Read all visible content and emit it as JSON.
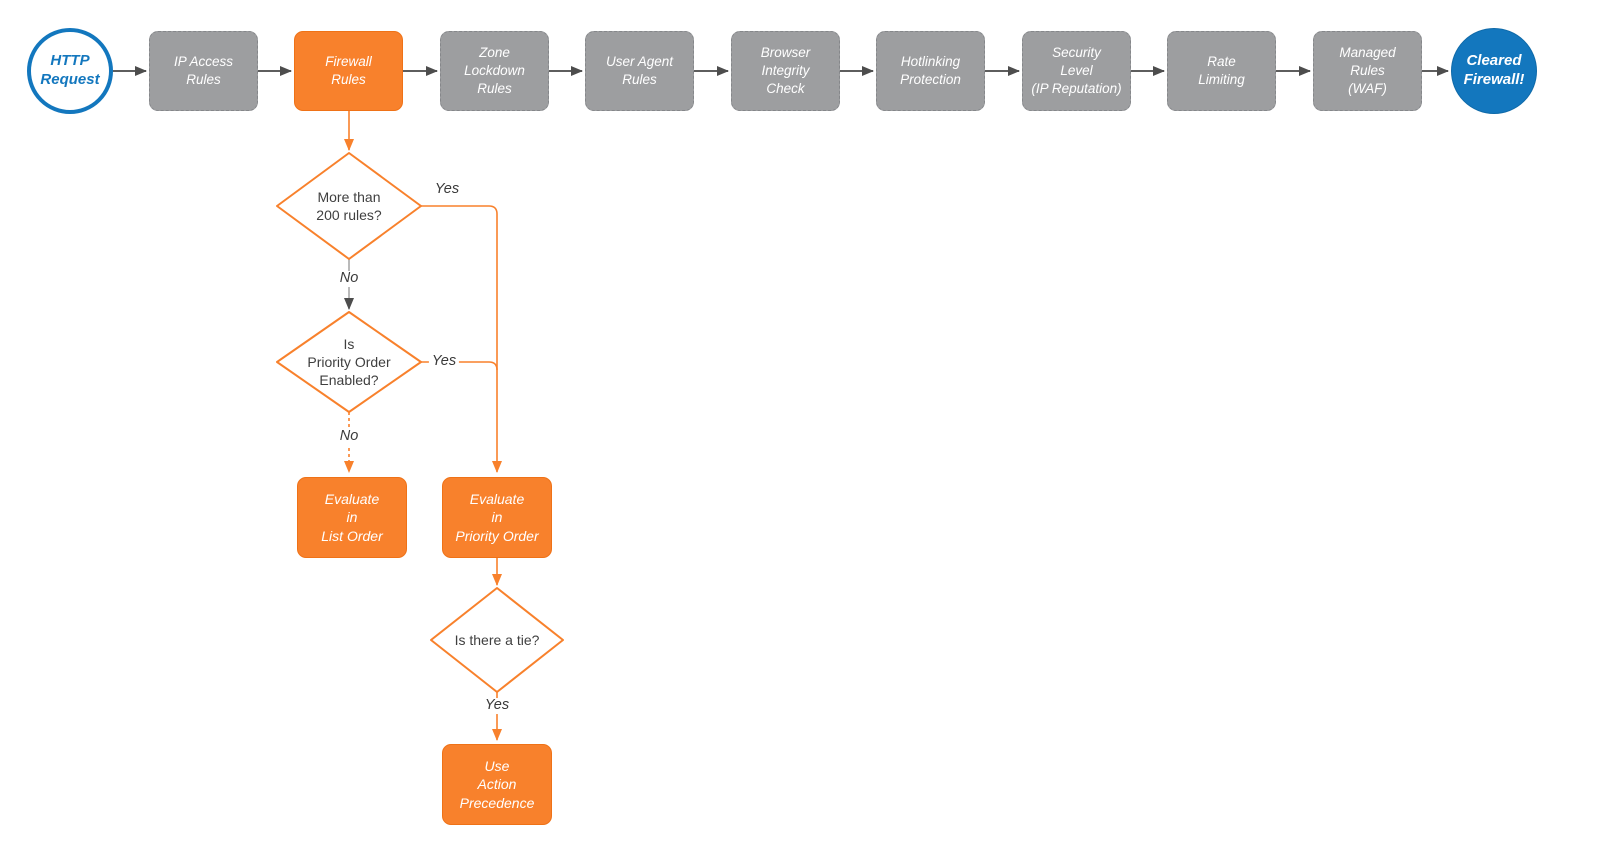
{
  "palette": {
    "orange": "#f8812c",
    "blue": "#1377be",
    "gray_box_fill": "#9d9ea0",
    "gray_box_border": "#85878a",
    "connector_gray": "#5e5e5e",
    "connector_light_gray": "#a8a8a8",
    "diamond_text": "#3f3f3f",
    "white": "#ffffff"
  },
  "flow": {
    "start": {
      "label": "HTTP\nRequest",
      "shape": "circle"
    },
    "pipeline": [
      {
        "label": "IP Access\nRules",
        "style": "gray"
      },
      {
        "label": "Firewall\nRules",
        "style": "orange"
      },
      {
        "label": "Zone\nLockdown\nRules",
        "style": "gray"
      },
      {
        "label": "User Agent\nRules",
        "style": "gray"
      },
      {
        "label": "Browser\nIntegrity\nCheck",
        "style": "gray"
      },
      {
        "label": "Hotlinking\nProtection",
        "style": "gray"
      },
      {
        "label": "Security\nLevel\n(IP Reputation)",
        "style": "gray"
      },
      {
        "label": "Rate\nLimiting",
        "style": "gray"
      },
      {
        "label": "Managed\nRules\n(WAF)",
        "style": "gray"
      }
    ],
    "end": {
      "label": "Cleared\nFirewall!",
      "shape": "circle"
    },
    "decisions": [
      {
        "label": "More than\n200 rules?",
        "yes": "Yes",
        "no": "No"
      },
      {
        "label": "Is\nPriority Order\nEnabled?",
        "yes": "Yes",
        "no": "No"
      },
      {
        "label": "Is there a tie?",
        "yes": "Yes"
      }
    ],
    "actions": [
      {
        "label": "Evaluate\nin\nList Order"
      },
      {
        "label": "Evaluate\nin\nPriority Order"
      },
      {
        "label": "Use\nAction\nPrecedence"
      }
    ]
  }
}
